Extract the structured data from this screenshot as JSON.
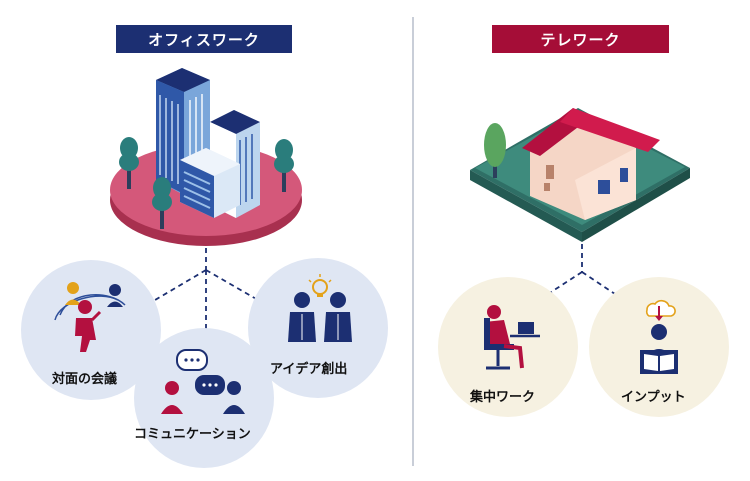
{
  "office": {
    "title": "オフィスワーク",
    "items": {
      "meeting": "対面の会議",
      "communication": "コミュニケーション",
      "idea": "アイデア創出"
    }
  },
  "telework": {
    "title": "テレワーク",
    "items": {
      "focus": "集中ワーク",
      "input": "インプット"
    }
  },
  "colors": {
    "navy": "#1c2f72",
    "crimson": "#a50d37",
    "office_circle": "#dfe6f3",
    "tele_circle": "#f6f1e1",
    "platform": "#d4587a",
    "roof": "#b3103f",
    "ground": "#3e8b7d"
  }
}
